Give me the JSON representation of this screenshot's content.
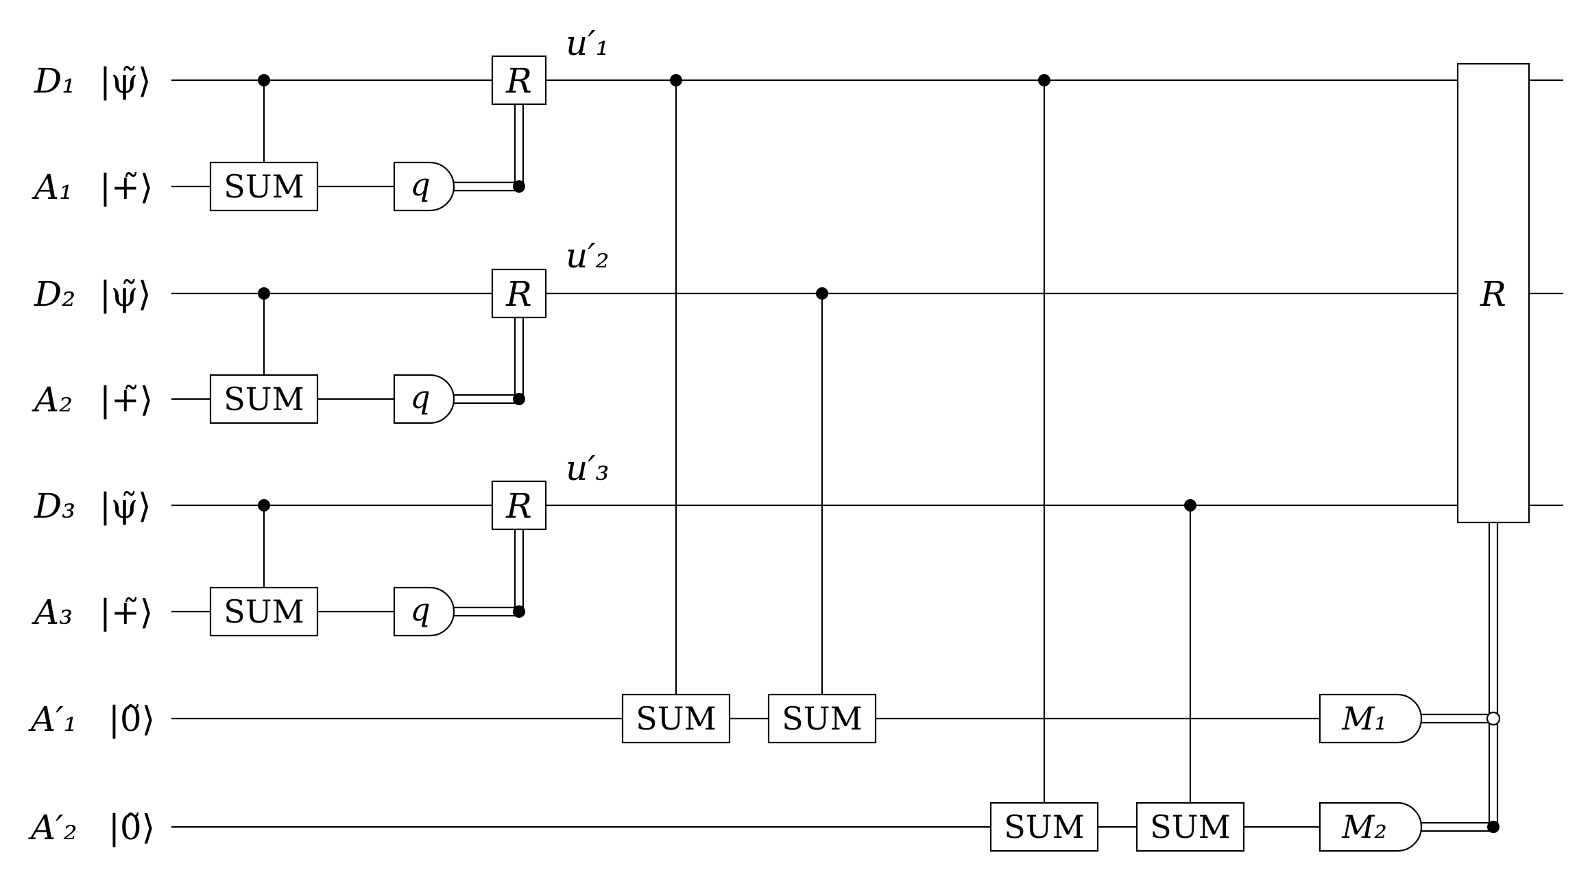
{
  "wires": [
    {
      "label": "D₁",
      "ket": "|ψ̃⟩"
    },
    {
      "label": "A₁",
      "ket": "|+̃⟩"
    },
    {
      "label": "D₂",
      "ket": "|ψ̃⟩"
    },
    {
      "label": "A₂",
      "ket": "|+̃⟩"
    },
    {
      "label": "D₃",
      "ket": "|ψ̃⟩"
    },
    {
      "label": "A₃",
      "ket": "|+̃⟩"
    },
    {
      "label": "A′₁",
      "ket": "|0̃⟩"
    },
    {
      "label": "A′₂",
      "ket": "|0̃⟩"
    }
  ],
  "gates": {
    "sum": "SUM",
    "measure": "q",
    "recovery": "R",
    "m1": "M₁",
    "m2": "M₂"
  },
  "annotations": [
    "u′₁",
    "u′₂",
    "u′₃"
  ]
}
